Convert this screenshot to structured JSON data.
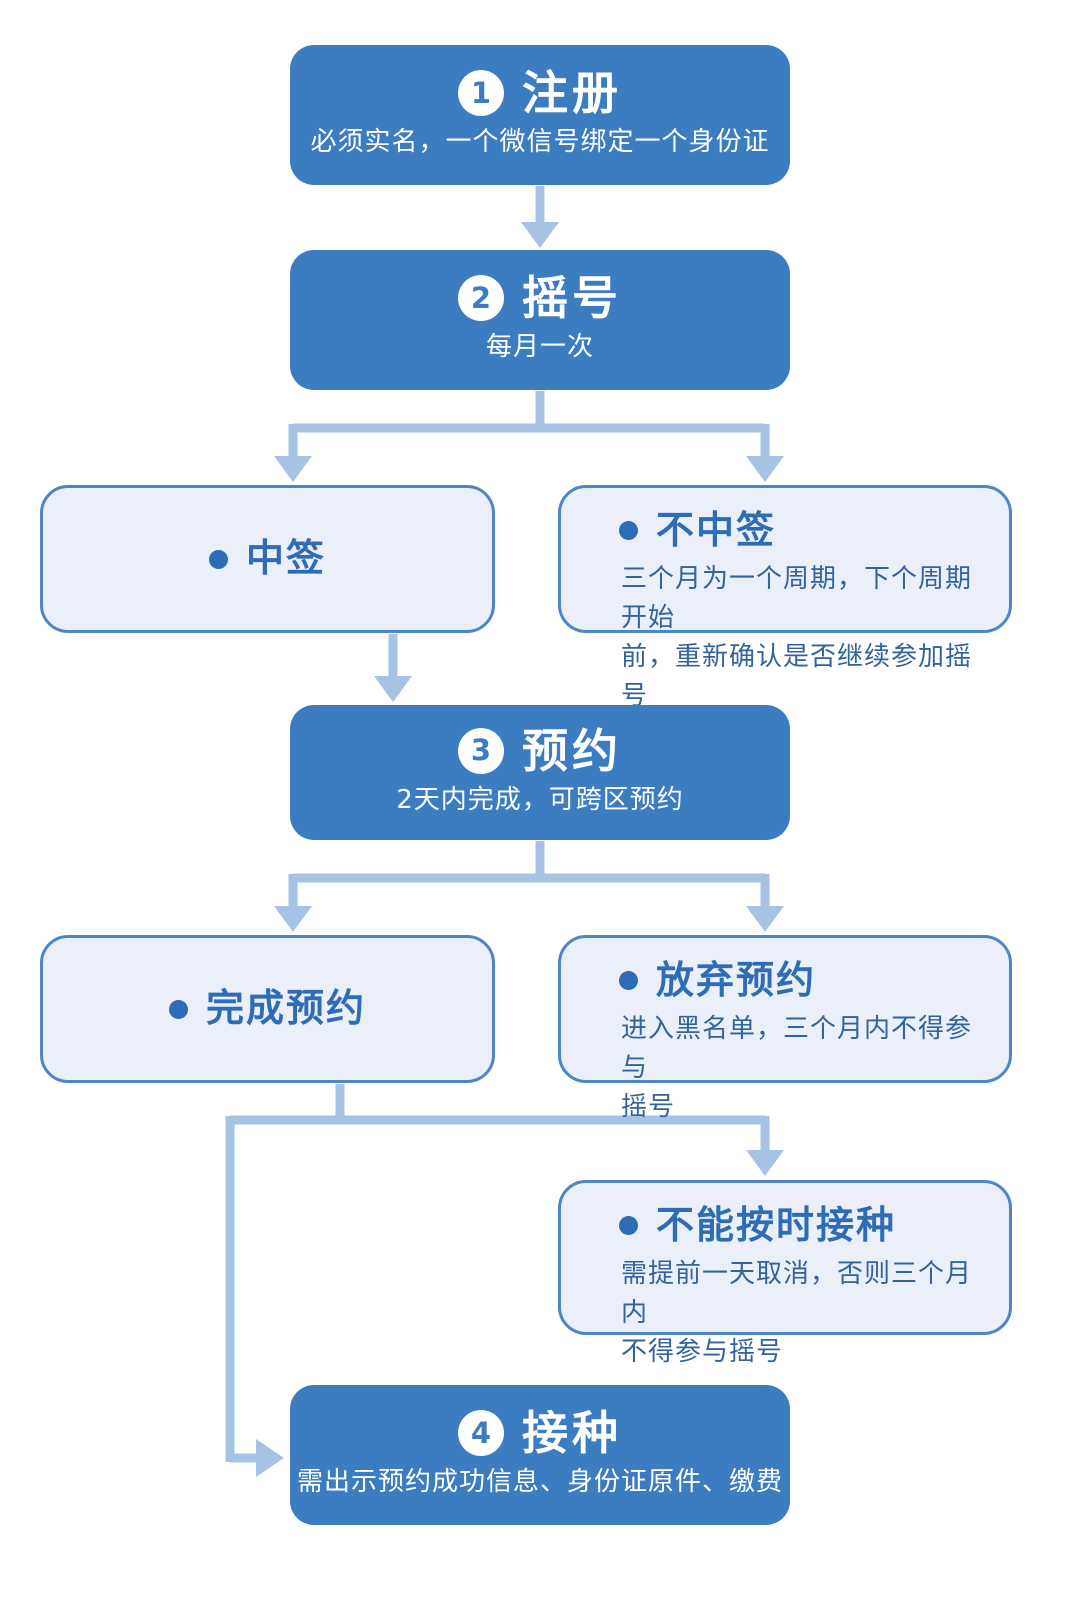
{
  "flow": {
    "step1": {
      "num": "1",
      "title": "注册",
      "subtitle": "必须实名，一个微信号绑定一个身份证"
    },
    "step2": {
      "num": "2",
      "title": "摇号",
      "subtitle": "每月一次"
    },
    "step3": {
      "num": "3",
      "title": "预约",
      "subtitle": "2天内完成，可跨区预约"
    },
    "step4": {
      "num": "4",
      "title": "接种",
      "subtitle": "需出示预约成功信息、身份证原件、缴费"
    },
    "win": {
      "title": "中签"
    },
    "lose": {
      "title": "不中签",
      "desc": "三个月为一个周期，下个周期开始\n前，重新确认是否继续参加摇号"
    },
    "complete": {
      "title": "完成预约"
    },
    "abandon": {
      "title": "放弃预约",
      "desc": "进入黑名单，三个月内不得参与\n摇号"
    },
    "miss": {
      "title": "不能按时接种",
      "desc": "需提前一天取消，否则三个月内\n不得参与摇号"
    }
  },
  "colors": {
    "step_fill": "#3c7cc1",
    "option_fill": "#eaeffa",
    "option_border": "#4c86c6",
    "option_text": "#2e6cb5",
    "arrow": "#a6c3e6",
    "background": "#ffffff"
  }
}
